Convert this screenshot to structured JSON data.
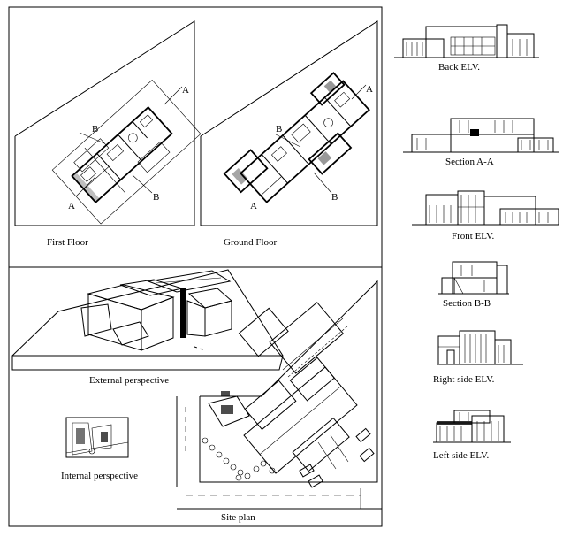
{
  "drawings": {
    "first_floor": {
      "label": "First Floor",
      "section_a": "A",
      "section_b": "B"
    },
    "ground_floor": {
      "label": "Ground Floor",
      "section_a": "A",
      "section_b": "B"
    },
    "external_perspective": {
      "label": "External perspective"
    },
    "internal_perspective": {
      "label": "Internal perspective"
    },
    "site_plan": {
      "label": "Site plan"
    }
  },
  "elevations": [
    {
      "key": "back",
      "label": "Back ELV."
    },
    {
      "key": "section_aa",
      "label": "Section A-A"
    },
    {
      "key": "front",
      "label": "Front ELV."
    },
    {
      "key": "section_bb",
      "label": "Section B-B"
    },
    {
      "key": "right",
      "label": "Right side ELV."
    },
    {
      "key": "left",
      "label": "Left side ELV."
    }
  ],
  "colors": {
    "line": "#000000",
    "background": "#ffffff"
  }
}
